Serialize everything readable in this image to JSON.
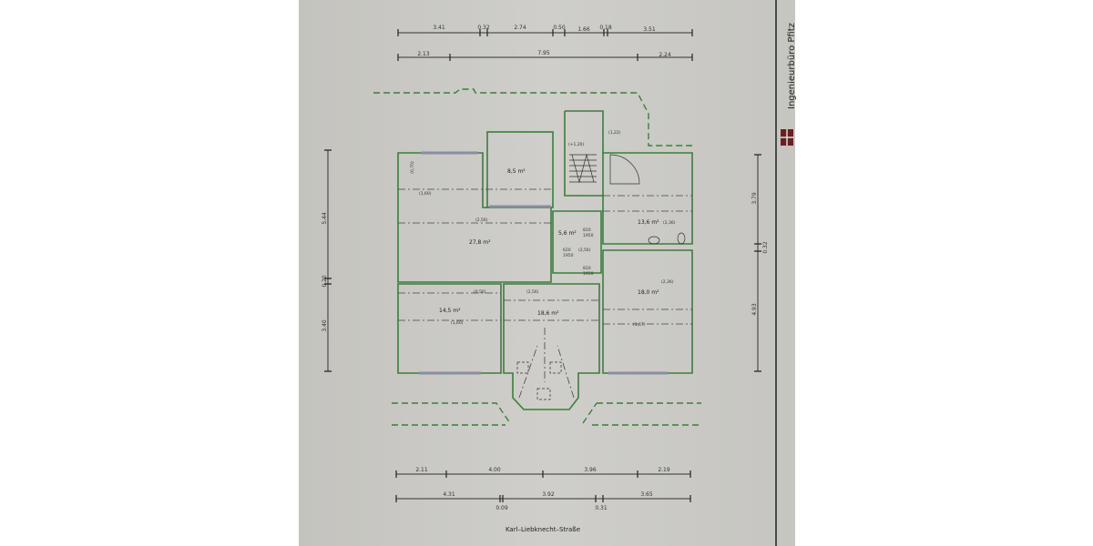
{
  "title_block": {
    "company": "Ingenieurbüro Pfitz",
    "logo": "company-logo"
  },
  "dimensions": {
    "top_row1": [
      "3.41",
      "0.32",
      "2.74",
      "0.50",
      "1.66",
      "0.18",
      "3.51"
    ],
    "top_row2": [
      "2.13",
      "7.95",
      "2.24"
    ],
    "bottom_row1": [
      "2.11",
      "4.00",
      "3.96",
      "2.19"
    ],
    "bottom_row2": [
      "4.31",
      "3.92",
      "3.65"
    ],
    "bottom_row2_small": [
      "0.09",
      "0.31"
    ],
    "left": [
      "5.44",
      "0.20",
      "3.40"
    ],
    "right": [
      "3.79",
      "0.32",
      "4.93"
    ]
  },
  "street": "Karl–Liebknecht–Straße",
  "rooms": {
    "living": {
      "area": "27,8 m²",
      "height": "(2,56)"
    },
    "storage": {
      "area": "8,5 m²"
    },
    "hall": {
      "area": "5,6 m²",
      "height": "(2,56)"
    },
    "bath": {
      "area": "13,6 m²",
      "height": "(2,36)"
    },
    "bedroom_right": {
      "area": "18,0 m²",
      "height": "(2,36)"
    },
    "room_left": {
      "area": "14,5 m²",
      "height": "(1,60)"
    },
    "bay_room": {
      "area": "18,6 m²",
      "height": "(2,56)"
    },
    "stair": {
      "h1": "(1,22)",
      "h2": "(+1,20)"
    }
  },
  "doors": {
    "d810": "810",
    "d620": "620",
    "h1950": "1950"
  },
  "heights": {
    "a": "(0,56)",
    "b": "(1,60)",
    "c": "(0,70)",
    "d": "(1,67)",
    "e": "(2,56)"
  },
  "colors": {
    "walls": "#3d7d3d",
    "paper": "#c9c8c3",
    "dims": "#333333"
  }
}
